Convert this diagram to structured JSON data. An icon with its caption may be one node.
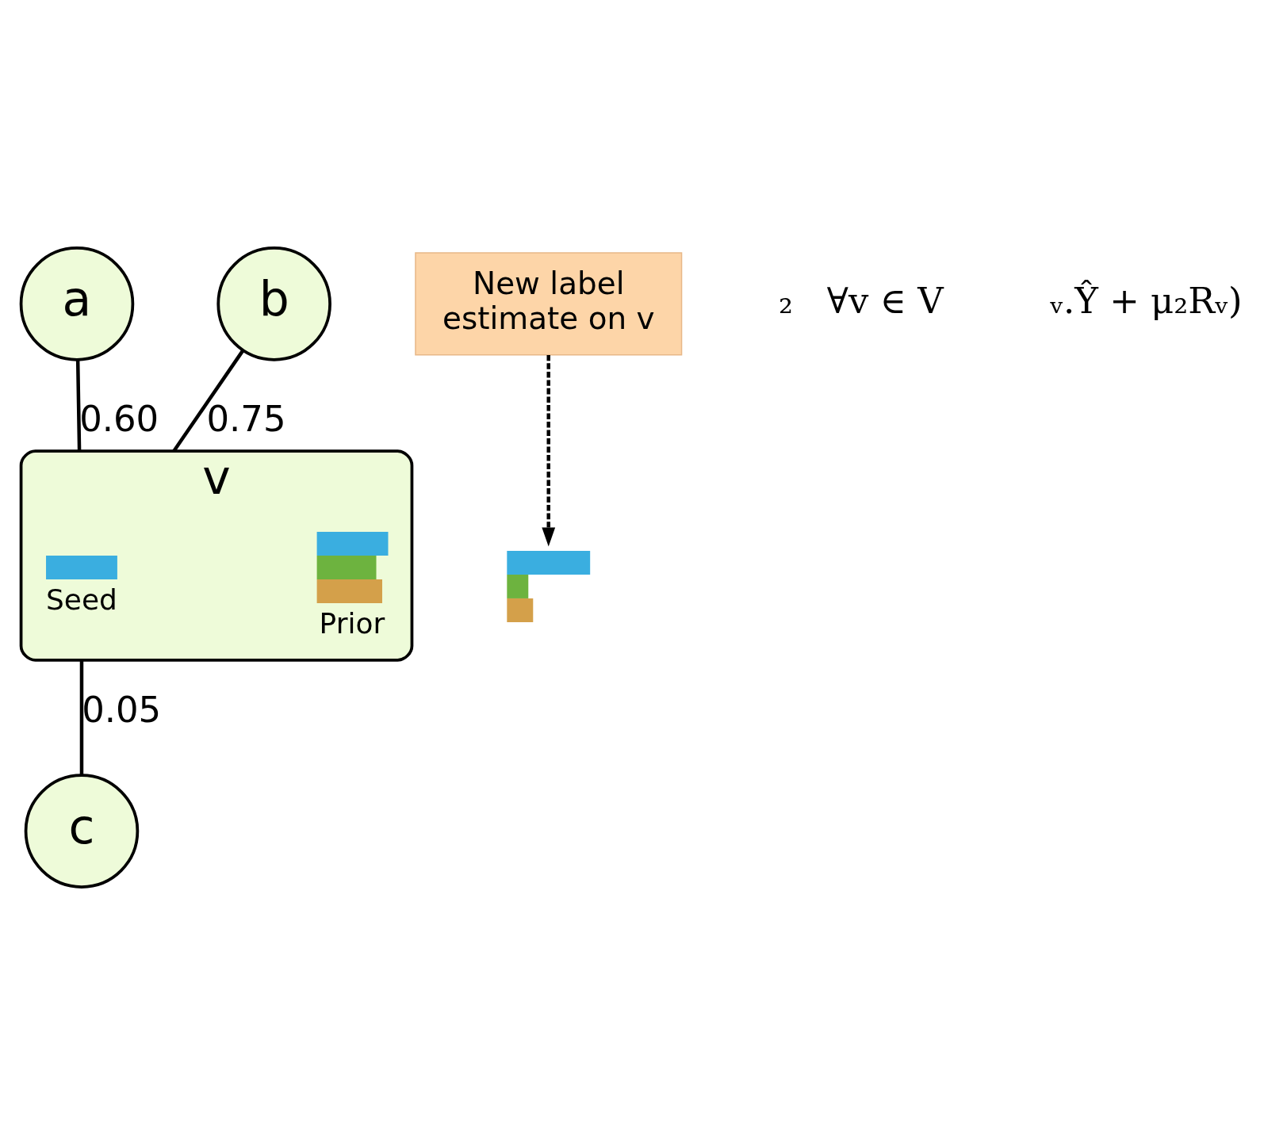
{
  "diagram": {
    "nodes": [
      {
        "text": [
          "a"
        ]
      },
      {
        "text": [
          "b"
        ]
      },
      {
        "text": [
          "v"
        ]
      },
      {
        "text": [
          "Seed"
        ],
        "in": 2
      },
      {
        "text": [
          "Prior"
        ],
        "in": 2
      },
      {
        "text": [],
        "shape": "picture"
      },
      {
        "text": [
          "New label estimate on v"
        ]
      },
      {
        "text": [
          "c"
        ]
      }
    ],
    "edges": [
      {
        "from": 0,
        "to": 2,
        "arrow": "none",
        "label": "0.60"
      },
      {
        "from": 1,
        "to": 2,
        "arrow": "none",
        "label": "0.75"
      },
      {
        "from": 2,
        "to": 7,
        "arrow": "none",
        "label": "0.05"
      },
      {
        "from": 6,
        "to": 5,
        "arrow": "to",
        "style": "dashed"
      }
    ],
    "labels": [
      "₂   ∀v ∈ V",
      "ᵥ.Ŷ + μ₂Rᵥ)"
    ]
  }
}
